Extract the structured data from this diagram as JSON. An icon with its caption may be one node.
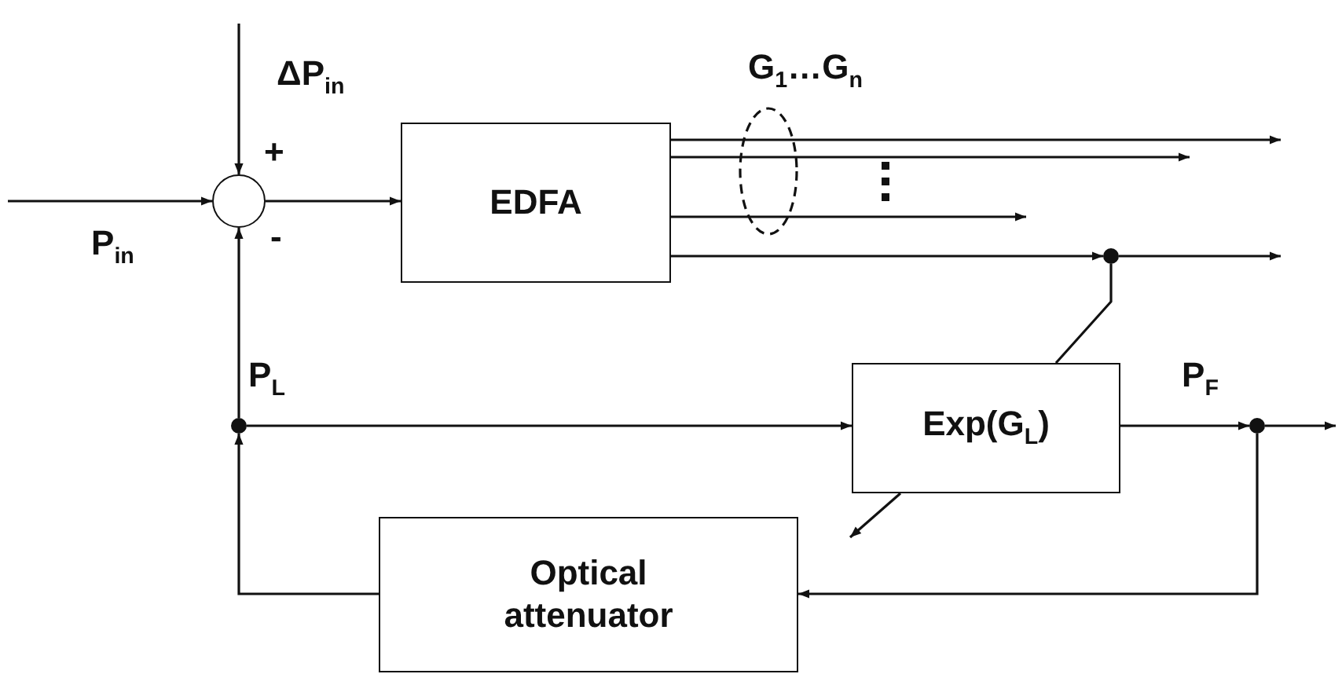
{
  "diagram": {
    "nodes": [
      {
        "text": [],
        "shape": "circle"
      },
      {
        "text": [
          "EDFA"
        ]
      },
      {
        "text": [
          "Exp(G$_{L}$)"
        ]
      },
      {
        "text": [
          "Optical attenuator"
        ]
      },
      {
        "text": [],
        "shape": "circle"
      },
      {
        "text": [],
        "shape": "circle"
      },
      {
        "text": [],
        "shape": "circle"
      }
    ],
    "edges": [
      {
        "from": null,
        "to": 0,
        "arrow": "to"
      },
      {
        "from": null,
        "to": 0,
        "arrow": "to"
      },
      {
        "from": 0,
        "to": 1,
        "arrow": "to"
      },
      {
        "from": 1,
        "to": null,
        "arrow": "to"
      },
      {
        "from": 1,
        "to": null,
        "arrow": "to"
      },
      {
        "from": 1,
        "to": null,
        "arrow": "to"
      },
      {
        "from": 1,
        "to": 4,
        "arrow": "to"
      },
      {
        "from": 4,
        "to": null,
        "arrow": "to"
      },
      {
        "from": 4,
        "to": 2,
        "arrow": "none"
      },
      {
        "from": 2,
        "to": null,
        "arrow": "to"
      },
      {
        "from": 5,
        "to": 2,
        "arrow": "to"
      },
      {
        "from": 2,
        "to": 6,
        "arrow": "to"
      },
      {
        "from": 6,
        "to": null,
        "arrow": "to"
      },
      {
        "from": 6,
        "to": 3,
        "arrow": "to"
      },
      {
        "from": 3,
        "to": 5,
        "arrow": "to"
      },
      {
        "from": 5,
        "to": 0,
        "arrow": "to"
      }
    ],
    "labels": [
      "ΔP$_{in}$",
      "P$_{in}$",
      "+",
      "-",
      "G$_{1}$…G$_{n}$",
      "P$_{L}$",
      "P$_{F}$"
    ]
  }
}
